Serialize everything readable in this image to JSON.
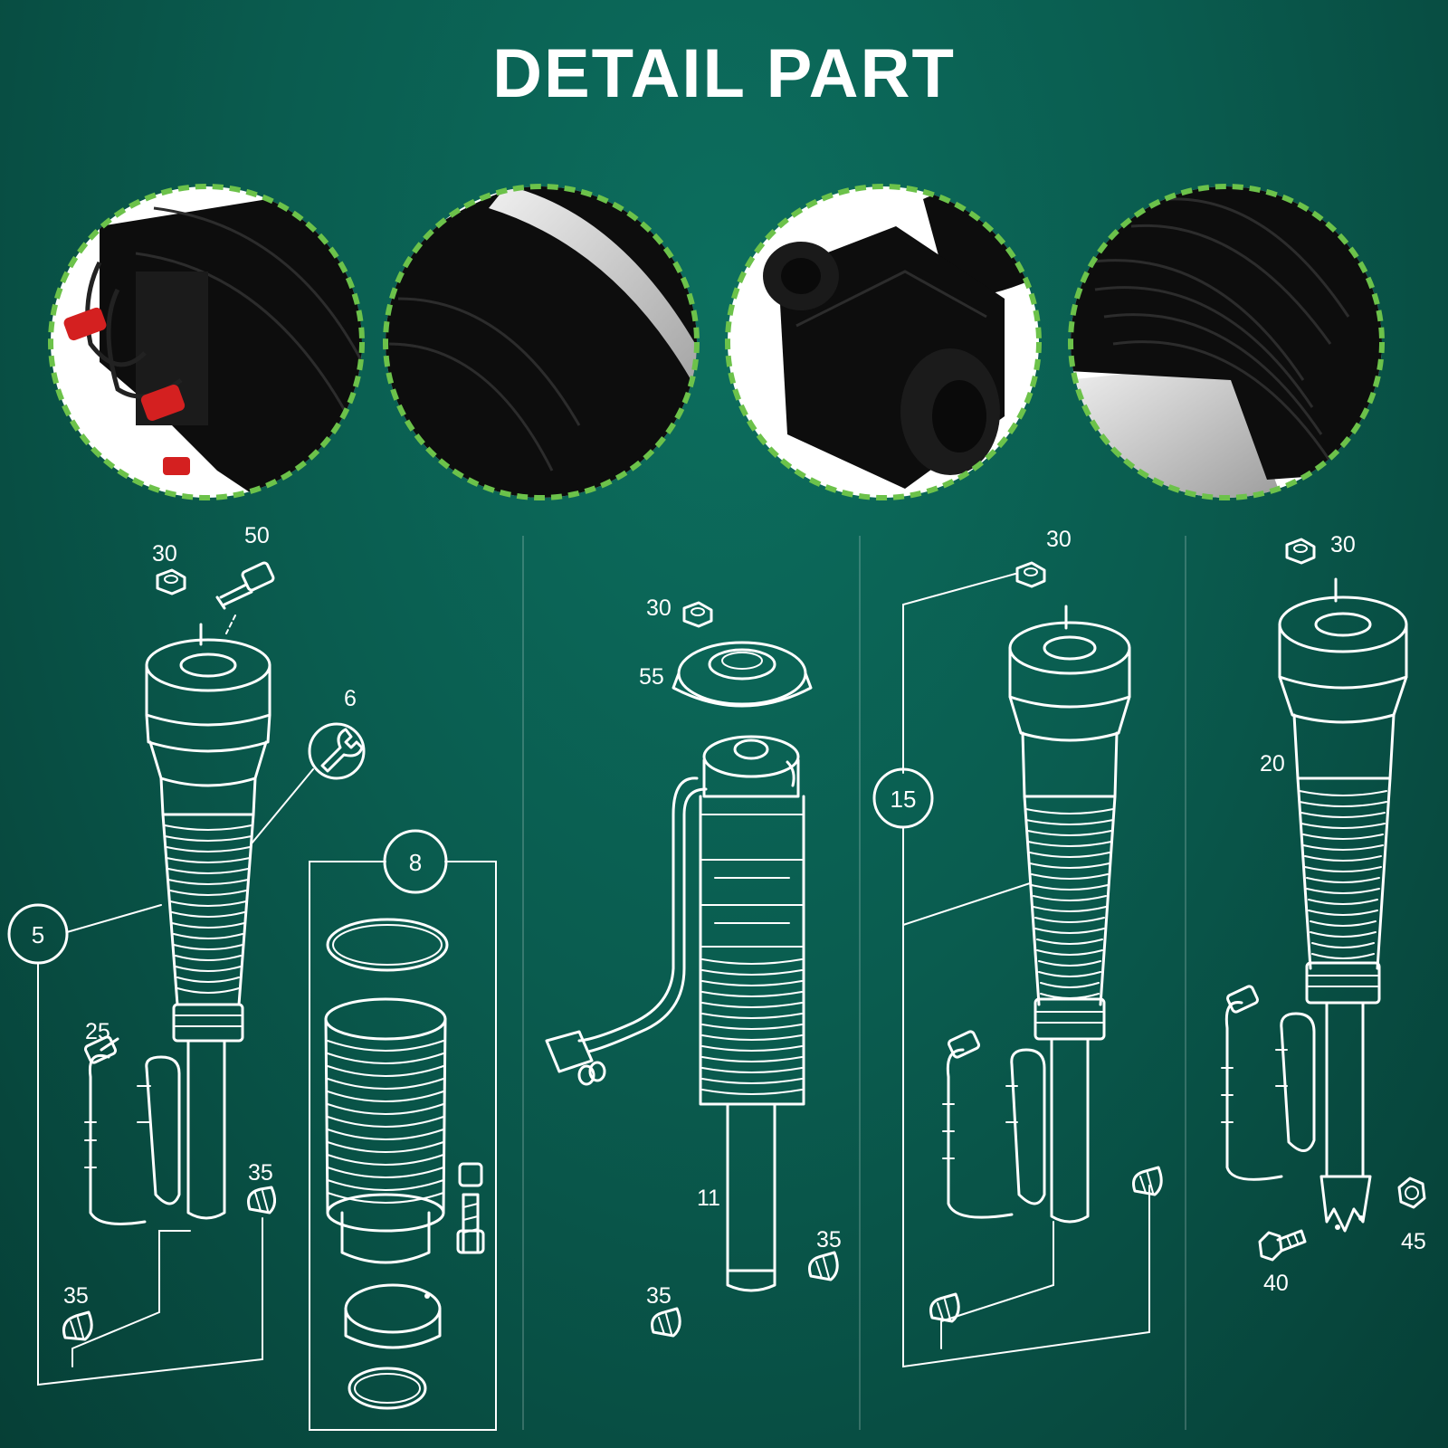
{
  "title": "DETAIL PART",
  "colors": {
    "background": "#0a5c4f",
    "accent_dash": "#6cc24a",
    "line_art": "#ffffff",
    "rubber": "#0d0d0d",
    "connector_red": "#d42020",
    "metal_silver": "#c9c9c9"
  },
  "detail_photos": [
    {
      "icon": "valve-connector-photo"
    },
    {
      "icon": "air-chamber-photo"
    },
    {
      "icon": "bushing-photo"
    },
    {
      "icon": "bellows-photo"
    }
  ],
  "callouts": {
    "p1": {
      "nut": "30",
      "valve": "50",
      "tool": "6",
      "assembly": "5",
      "line": "25",
      "cap_right": "35",
      "cap_left": "35"
    },
    "p2": {
      "kit": "8"
    },
    "p3": {
      "nut": "30",
      "mount": "55",
      "strut": "11",
      "cap_right": "35",
      "cap_left": "35"
    },
    "p4": {
      "nut": "30",
      "assembly": "15"
    },
    "p5": {
      "nut": "30",
      "strut": "20",
      "bolt": "40",
      "washer": "45"
    }
  }
}
